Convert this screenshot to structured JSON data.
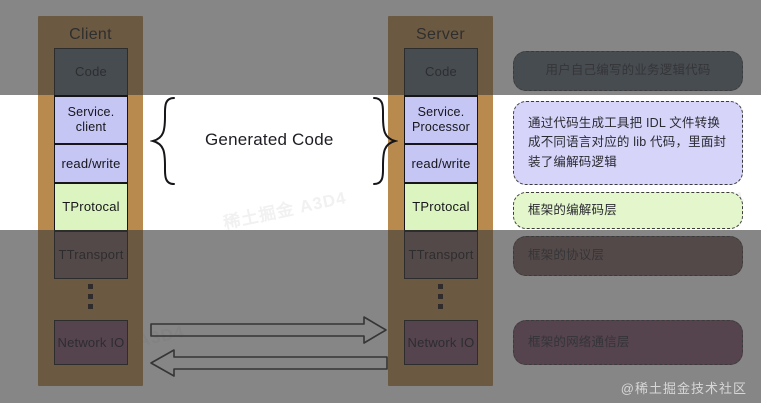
{
  "diagram": {
    "title_client": "Client",
    "title_server": "Server",
    "center_label": "Generated Code"
  },
  "client_stack": [
    {
      "label": "Code",
      "color": "#5b6873"
    },
    {
      "label": "Service.\nclient",
      "color": "#c6c6f5"
    },
    {
      "label": "read/write",
      "color": "#c6c6f5"
    },
    {
      "label": "TProtocal",
      "color": "#dcf5c0"
    },
    {
      "label": "TTransport",
      "color": "#7c5f5f"
    },
    {
      "label": "Network IO",
      "color": "#7e4f6b"
    }
  ],
  "server_stack": [
    {
      "label": "Code",
      "color": "#5b6873"
    },
    {
      "label": "Service.\nProcessor",
      "color": "#c6c6f5"
    },
    {
      "label": "read/write",
      "color": "#c6c6f5"
    },
    {
      "label": "TProtocal",
      "color": "#dcf5c0"
    },
    {
      "label": "TTransport",
      "color": "#7c5f5f"
    },
    {
      "label": "Network IO",
      "color": "#7e4f6b"
    }
  ],
  "notes": [
    {
      "text": "用户自己编写的业务逻辑代码",
      "color": "#5b6873"
    },
    {
      "text": "通过代码生成工具把 IDL 文件转换成不同语言对应的 lib 代码，里面封装了编解码逻辑",
      "color": "#d6d4f8"
    },
    {
      "text": "框架的编解码层",
      "color": "#e4f6cc"
    },
    {
      "text": "框架的协议层",
      "color": "#7c5f5f"
    },
    {
      "text": "框架的网络通信层",
      "color": "#7e4f6b"
    }
  ],
  "watermarks": {
    "corner": "@稀土掘金技术社区",
    "faint": "稀土掘金 A3D4"
  },
  "arrows": {
    "request": "request-arrow-right",
    "response": "response-arrow-left"
  }
}
